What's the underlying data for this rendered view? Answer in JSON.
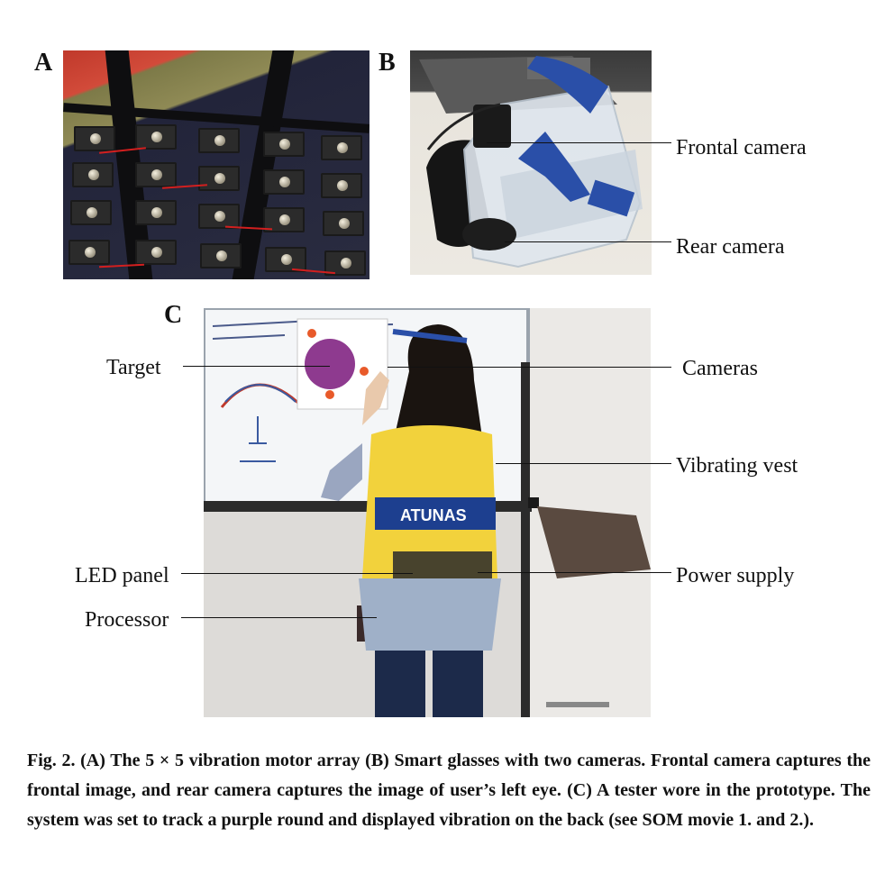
{
  "panels": {
    "a": {
      "letter": "A"
    },
    "b": {
      "letter": "B",
      "callouts": [
        "Frontal camera",
        "Rear camera"
      ]
    },
    "c": {
      "letter": "C",
      "logo_text": "ATUNAS",
      "callouts_left": [
        "Target",
        "LED panel",
        "Processor"
      ],
      "callouts_right": [
        "Cameras",
        "Vibrating vest",
        "Power supply"
      ]
    }
  },
  "caption": "Fig. 2. (A) The  5 × 5  vibration motor array (B) Smart glasses with two cameras. Frontal camera captures the frontal image, and rear camera captures the image of user’s left eye. (C) A tester wore in the prototype. The system was set to track a purple round and displayed vibration on the back (see SOM movie 1. and 2.).",
  "colors": {
    "target": "#8e3a8f",
    "vest": "#f2d23c",
    "vest_band": "#1d3f8f",
    "strap_blue": "#2a4fa8"
  }
}
